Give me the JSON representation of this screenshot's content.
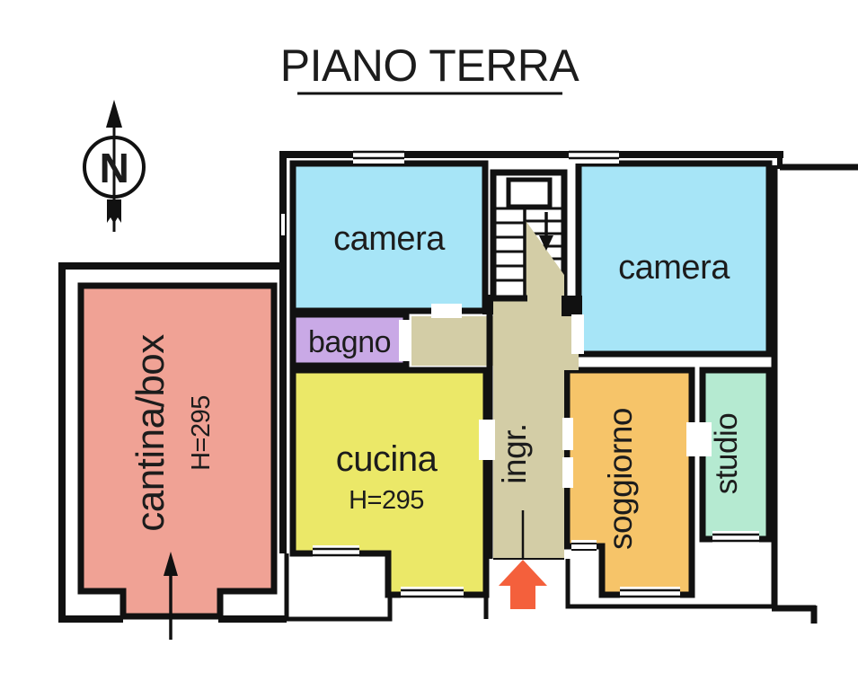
{
  "title": "PIANO TERRA",
  "compass": {
    "letter": "N"
  },
  "colors": {
    "wall": "#111111",
    "corridor": "#d3cda6",
    "entrance_arrow": "#f4603c",
    "camera": "#a7e5f7",
    "bagno": "#c9a9e6",
    "cucina": "#ebe868",
    "soggiorno": "#f6c469",
    "studio": "#b5ead1",
    "cantina": "#f0a295"
  },
  "rooms": {
    "camera_nw": {
      "label": "camera"
    },
    "camera_ne": {
      "label": "camera"
    },
    "bagno": {
      "label": "bagno"
    },
    "cucina": {
      "label": "cucina",
      "height_note": "H=295"
    },
    "ingresso": {
      "label": "ingr."
    },
    "soggiorno": {
      "label": "soggiorno"
    },
    "studio": {
      "label": "studio"
    },
    "cantina": {
      "label": "cantina/box",
      "height_note": "H=295"
    }
  }
}
